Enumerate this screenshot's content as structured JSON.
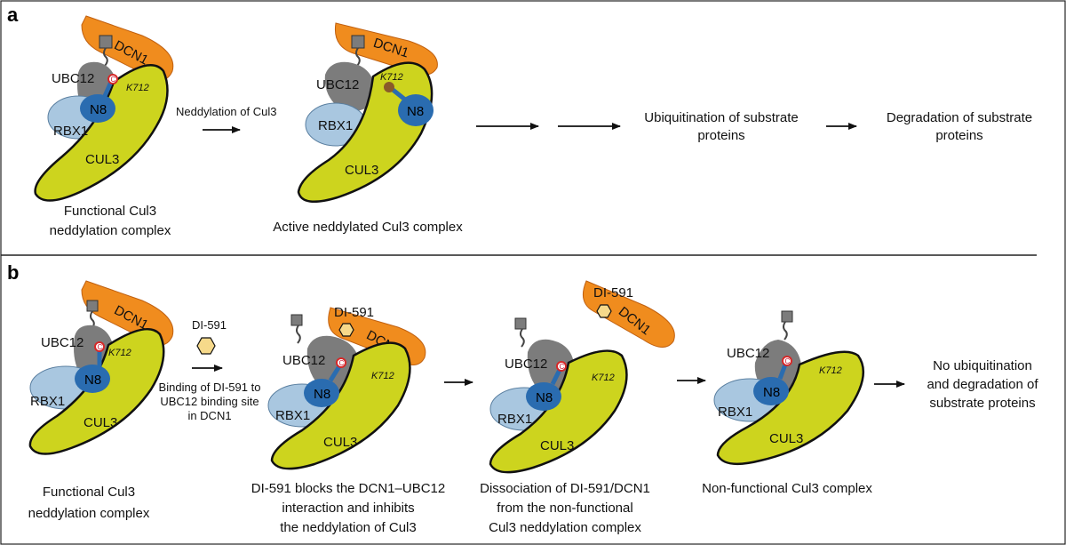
{
  "panels": {
    "a": {
      "letter": "a",
      "step1": {
        "labels": {
          "dcn1": "DCN1",
          "ubc12": "UBC12",
          "rbx1": "RBX1",
          "n8": "N8",
          "cul3": "CUL3",
          "k712": "K712",
          "cys": "C"
        },
        "caption": [
          "Functional Cul3",
          "neddylation complex"
        ]
      },
      "arrow1_label": "Neddylation of Cul3",
      "step2": {
        "labels": {
          "dcn1": "DCN1",
          "ubc12": "UBC12",
          "rbx1": "RBX1",
          "n8": "N8",
          "cul3": "CUL3",
          "k712": "K712"
        },
        "caption": "Active neddylated Cul3 complex"
      },
      "step3": [
        "Ubiquitination of substrate",
        "proteins"
      ],
      "step4": [
        "Degradation of substrate",
        "proteins"
      ]
    },
    "b": {
      "letter": "b",
      "step1": {
        "labels": {
          "dcn1": "DCN1",
          "ubc12": "UBC12",
          "rbx1": "RBX1",
          "n8": "N8",
          "cul3": "CUL3",
          "k712": "K712",
          "cys": "C"
        },
        "caption": [
          "Functional Cul3",
          "neddylation complex"
        ]
      },
      "inhibitor": "DI-591",
      "arrow1_label": [
        "Binding of DI-591 to",
        "UBC12 binding site",
        "in DCN1"
      ],
      "step2": {
        "labels": {
          "dcn1": "DCN1",
          "di591": "DI-591",
          "ubc12": "UBC12",
          "rbx1": "RBX1",
          "n8": "N8",
          "cul3": "CUL3",
          "k712": "K712",
          "cys": "C"
        },
        "caption": [
          "DI-591 blocks the DCN1–UBC12",
          "interaction and inhibits",
          "the neddylation of Cul3"
        ]
      },
      "step3": {
        "labels": {
          "dcn1": "DCN1",
          "di591": "DI-591",
          "ubc12": "UBC12",
          "rbx1": "RBX1",
          "n8": "N8",
          "cul3": "CUL3",
          "k712": "K712",
          "cys": "C"
        },
        "caption": [
          "Dissociation of DI-591/DCN1",
          "from the non-functional",
          "Cul3 neddylation complex"
        ]
      },
      "step4": {
        "labels": {
          "ubc12": "UBC12",
          "rbx1": "RBX1",
          "n8": "N8",
          "cul3": "CUL3",
          "k712": "K712",
          "cys": "C"
        },
        "caption": "Non-functional Cul3 complex"
      },
      "outcome": [
        "No ubiquitination",
        "and degradation of",
        "substrate proteins"
      ]
    }
  },
  "colors": {
    "cul3": "#cdd41e",
    "dcn1": "#f08c1e",
    "ubc12": "#7c7c7c",
    "rbx1": "#a9c7e0",
    "n8": "#2a6cb0",
    "cys": "#d62828",
    "lys": "#8a5a2a",
    "di591": "#f6d98a"
  }
}
